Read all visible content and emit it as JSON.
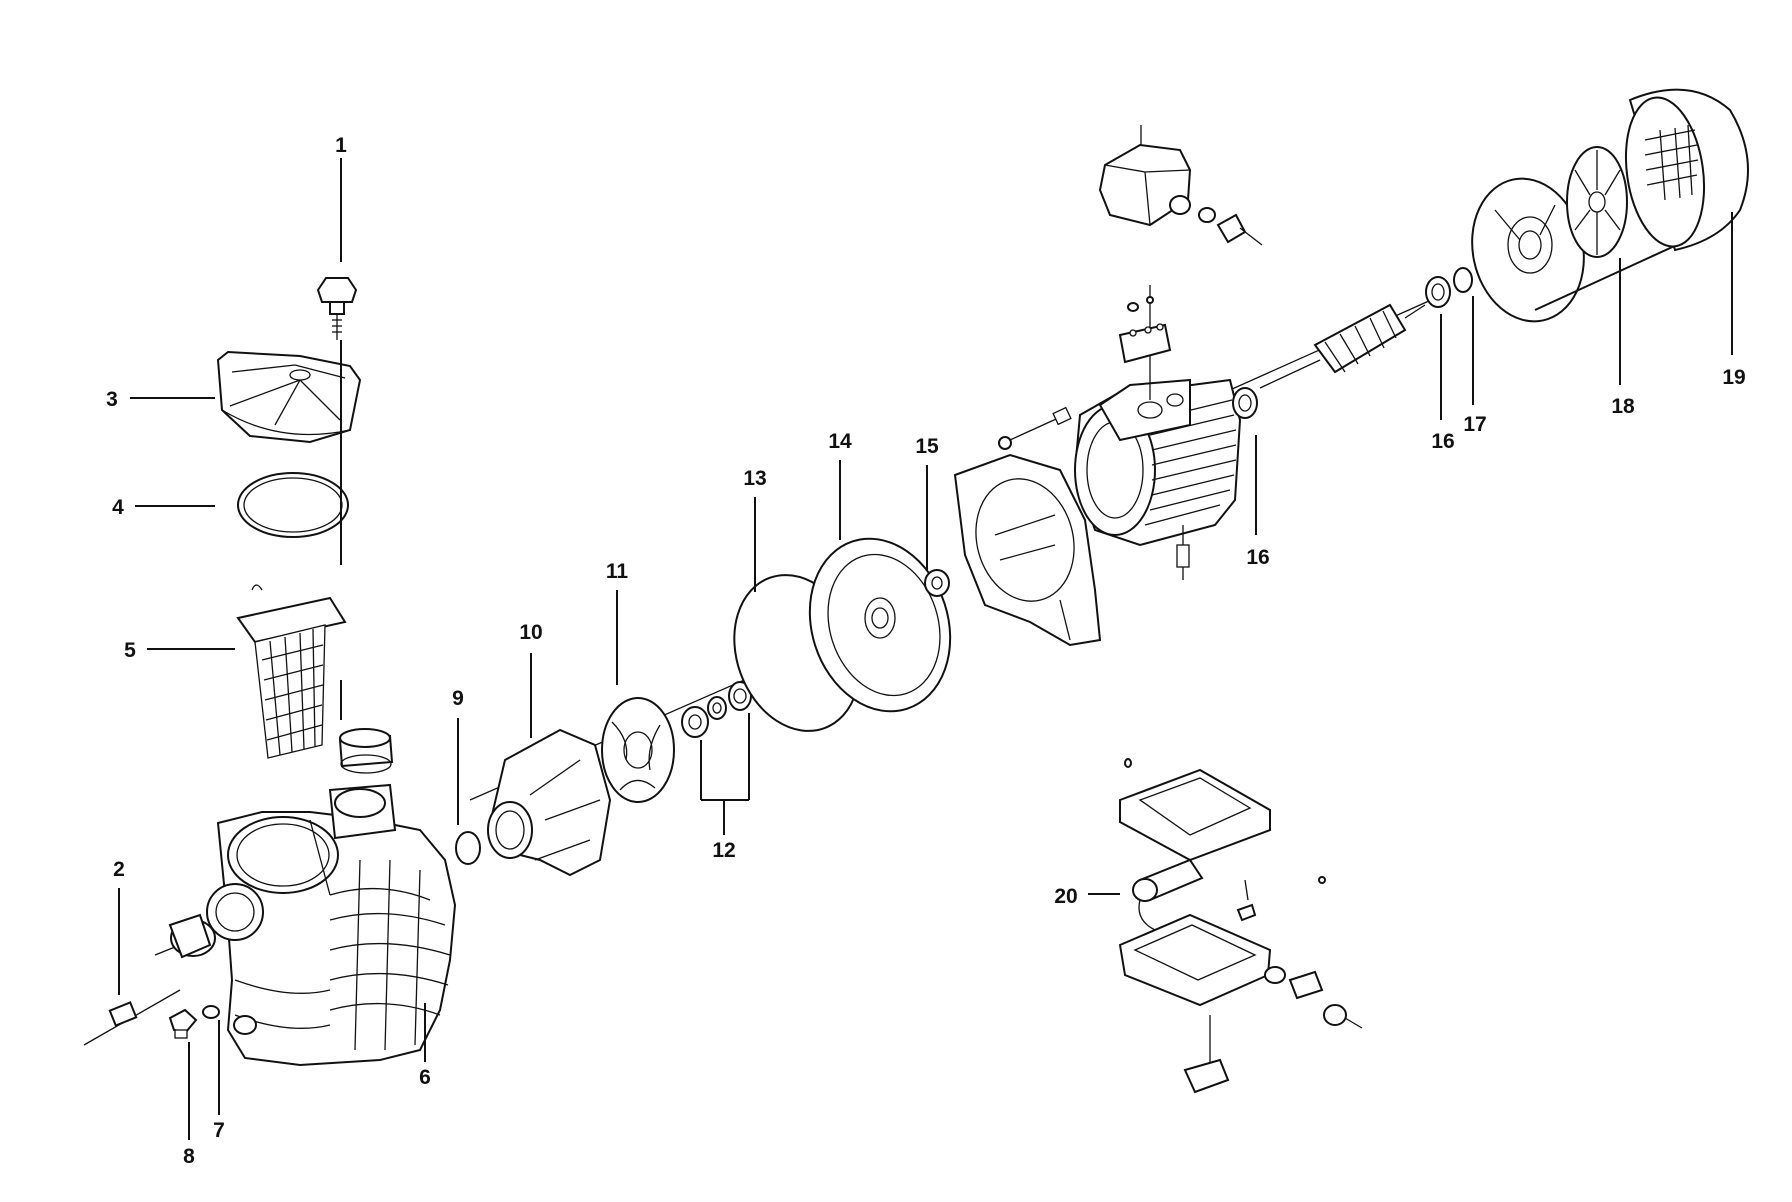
{
  "colors": {
    "ink": "#111111",
    "background": "#ffffff"
  },
  "labels": {
    "l1": "1",
    "l2": "2",
    "l3": "3",
    "l4": "4",
    "l5": "5",
    "l6": "6",
    "l7": "7",
    "l8": "8",
    "l9": "9",
    "l10": "10",
    "l11": "11",
    "l12": "12",
    "l13": "13",
    "l14": "14",
    "l15": "15",
    "l16a": "16",
    "l16b": "16",
    "l17": "17",
    "l18": "18",
    "l19": "19",
    "l20": "20"
  }
}
